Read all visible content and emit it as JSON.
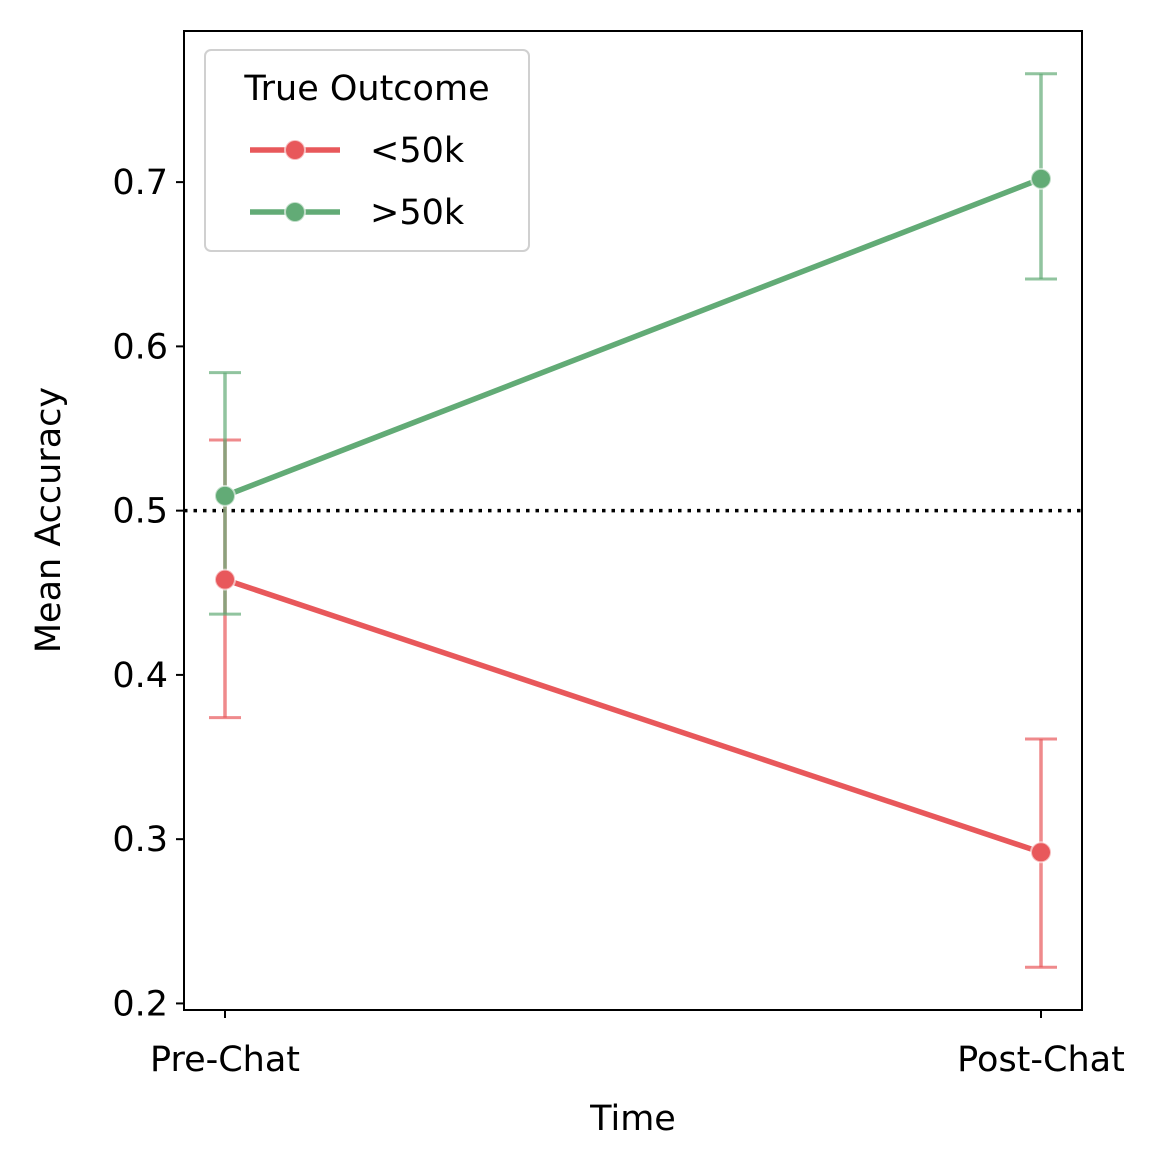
{
  "chart_data": {
    "type": "line",
    "title": "",
    "xlabel": "Time",
    "ylabel": "Mean Accuracy",
    "categories": [
      "Pre-Chat",
      "Post-Chat"
    ],
    "ylim": [
      0.196,
      0.792
    ],
    "yticks": [
      0.2,
      0.3,
      0.4,
      0.5,
      0.6,
      0.7
    ],
    "ytick_labels": [
      "0.2",
      "0.3",
      "0.4",
      "0.5",
      "0.6",
      "0.7"
    ],
    "reference_line": {
      "y": 0.5,
      "style": "dotted",
      "color": "#000000"
    },
    "legend": {
      "title": "True Outcome",
      "placement": "top-left"
    },
    "series": [
      {
        "name": "<50k",
        "color": "#e8585b",
        "values": [
          0.458,
          0.292
        ],
        "err_low": [
          0.374,
          0.222
        ],
        "err_high": [
          0.543,
          0.361
        ]
      },
      {
        "name": ">50k",
        "color": "#62ab76",
        "values": [
          0.509,
          0.702
        ],
        "err_low": [
          0.437,
          0.641
        ],
        "err_high": [
          0.584,
          0.766
        ]
      }
    ]
  }
}
